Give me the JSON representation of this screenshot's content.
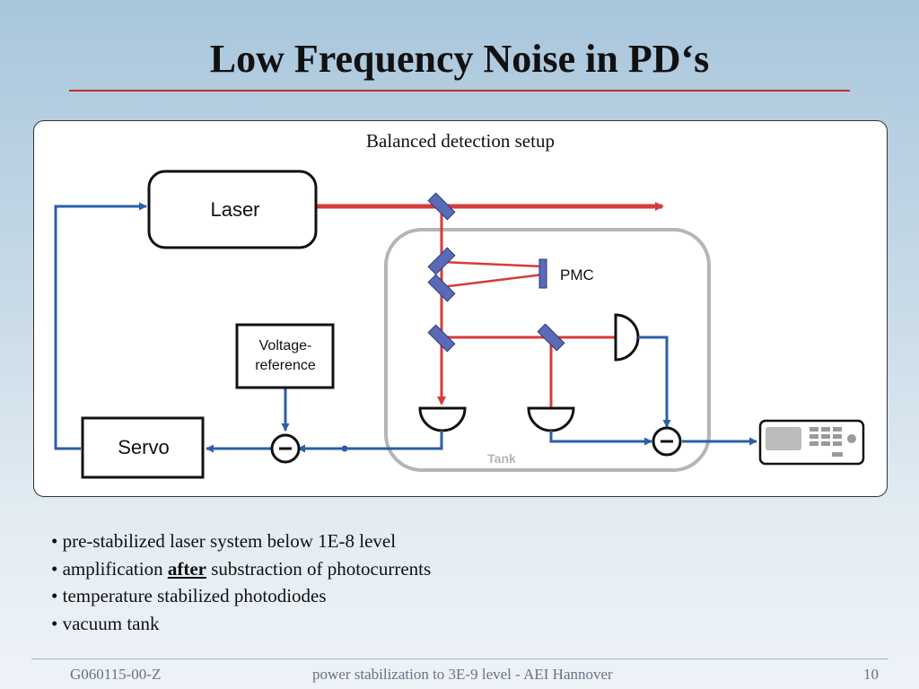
{
  "slide": {
    "title": "Low Frequency Noise in PD‘s",
    "caption": "Balanced detection setup"
  },
  "diagram": {
    "laser": "Laser",
    "pmc": "PMC",
    "voltage_ref_line1": "Voltage-",
    "voltage_ref_line2": "reference",
    "servo": "Servo",
    "tank": "Tank",
    "minus": "−",
    "colors": {
      "beam": "#d63b3b",
      "signal": "#2b5fa8",
      "box": "#222222",
      "tank_border": "#b5b5b5",
      "mirror": "#5a6ab5"
    }
  },
  "bullets": {
    "b1": "pre-stabilized laser system below 1E-8 level",
    "b2_pre": "amplification ",
    "b2_emph": "after",
    "b2_post": " substraction of photocurrents",
    "b3": "temperature stabilized photodiodes",
    "b4": "vacuum tank",
    "marker": "•"
  },
  "footer": {
    "left": "G060115-00-Z",
    "center": "power stabilization to 3E-9 level  - AEI Hannover",
    "page": "10"
  }
}
